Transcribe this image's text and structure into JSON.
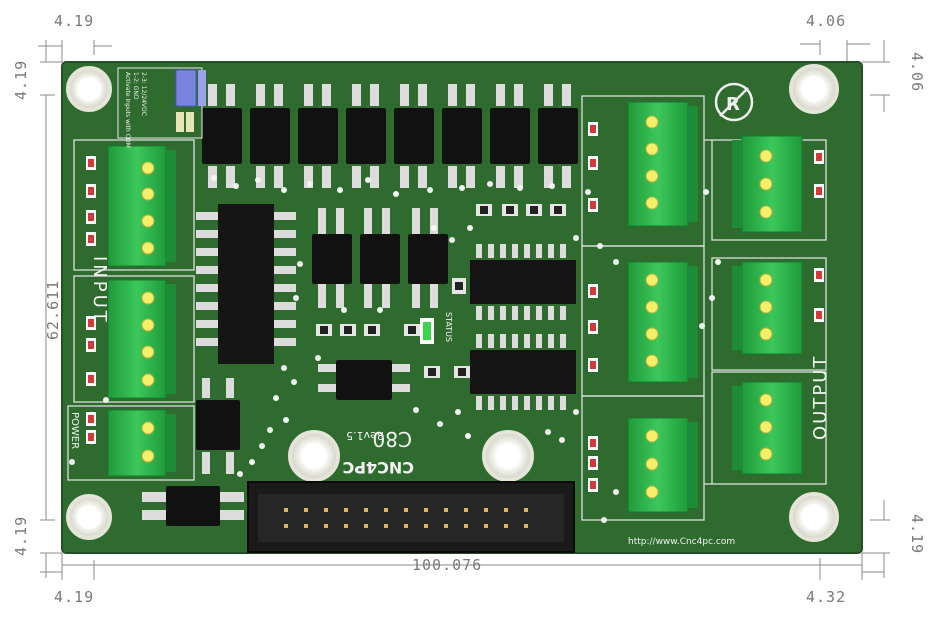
{
  "dimensions": {
    "top_left_width": "4.19",
    "left_top_height": "4.19",
    "top_right_width": "4.06",
    "right_top_height": "4.06",
    "board_height": "62.611",
    "left_bottom_height": "4.19",
    "right_bottom_height": "4.19",
    "board_width": "100.076",
    "bottom_left_width": "4.19",
    "bottom_right_width": "4.32"
  },
  "silkscreen": {
    "input_label": "INPUT",
    "output_label": "OUTPUT",
    "power_label": "POWER",
    "status_label": "STATUS",
    "board_name": "C80",
    "revision": "Rev1.5",
    "logo_text": "CNC4PC",
    "url": "http://www.Cnc4pc.com",
    "jumper_notes": [
      "Activate Inputs with COM",
      "1-2: GND",
      "2-3: 12/24VDC"
    ]
  },
  "colors": {
    "pcb": "#2f6b2f",
    "pcb_edge": "#295f29",
    "terminal": "#29b84a",
    "ic": "#111111",
    "header": "#1a1a1a",
    "led_red": "#d23a3a",
    "led_green": "#38d44a",
    "jumper_blue": "#7a84e0"
  }
}
